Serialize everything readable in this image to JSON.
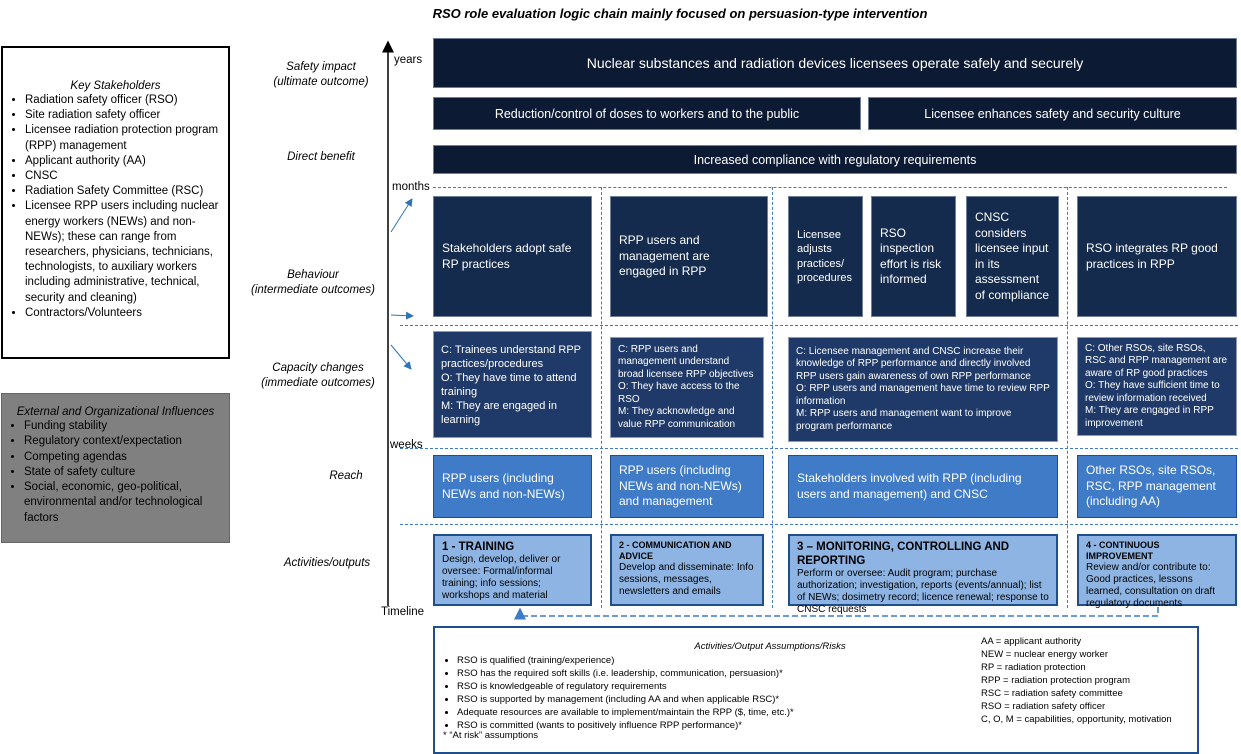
{
  "title": "RSO role evaluation logic chain mainly focused on persuasion-type intervention",
  "stakeholders": {
    "title": "Key Stakeholders",
    "items": [
      "Radiation safety officer (RSO)",
      "Site radiation safety officer",
      "Licensee radiation protection program (RPP) management",
      "Applicant authority (AA)",
      "CNSC",
      "Radiation Safety Committee (RSC)",
      "Licensee RPP users including nuclear energy workers (NEWs) and non-NEWs); these can range from researchers, physicians, technicians, technologists, to auxiliary workers including administrative, technical, security and cleaning)",
      "Contractors/Volunteers"
    ]
  },
  "influences": {
    "title": "External and Organizational Influences",
    "items": [
      "Funding stability",
      "Regulatory context/expectation",
      "Competing agendas",
      "State of safety culture",
      "Social, economic, geo-political, environmental and/or technological factors"
    ]
  },
  "levels": {
    "safety_impact": "Safety impact",
    "ultimate": "(ultimate outcome)",
    "direct_benefit": "Direct benefit",
    "behaviour": "Behaviour",
    "intermediate": "(intermediate outcomes)",
    "capacity": "Capacity changes",
    "immediate": "(immediate outcomes)",
    "reach": "Reach",
    "activities": "Activities/outputs"
  },
  "timeline": {
    "years": "years",
    "months": "months",
    "weeks": "weeks",
    "label": "Timeline"
  },
  "impact": {
    "top": "Nuclear substances and radiation devices licensees operate safely and securely",
    "left": "Reduction/control of doses to workers and to the public",
    "right": "Licensee enhances safety and security culture",
    "benefit": "Increased compliance with regulatory requirements"
  },
  "behaviour": [
    "Stakeholders adopt safe RP practices",
    "RPP users and management are engaged in RPP",
    "Licensee adjusts practices/ procedures",
    "RSO inspection effort is risk informed",
    "CNSC considers licensee input in its assessment of compliance",
    "RSO integrates RP good practices in RPP"
  ],
  "capacity": [
    [
      "C: Trainees understand RPP practices/procedures",
      "O: They have time to attend training",
      "M: They are engaged in learning"
    ],
    [
      "C: RPP users and management understand broad licensee RPP objectives",
      "O: They have access to the RSO",
      "M: They acknowledge and value RPP communication"
    ],
    [
      "C: Licensee management and CNSC increase their knowledge of  RPP performance and directly involved RPP users gain awareness of own RPP performance",
      "O: RPP users and management have time to review RPP information",
      "M: RPP users and management want to improve program performance"
    ],
    [
      "C: Other RSOs, site RSOs, RSC and RPP management are aware of RP good practices",
      "O: They have sufficient time to review information received",
      "M: They are engaged in RPP improvement"
    ]
  ],
  "reach": [
    "RPP users (including NEWs and non-NEWs)",
    "RPP users (including NEWs and non-NEWs) and management",
    "Stakeholders involved with RPP (including users and management) and CNSC",
    "Other RSOs, site RSOs, RSC, RPP management (including AA)"
  ],
  "activities": [
    {
      "title": "1 - TRAINING",
      "text": "Design, develop, deliver or oversee: Formal/informal training; info sessions; workshops and material"
    },
    {
      "title": "2 - COMMUNICATION AND ADVICE",
      "text": "Develop and disseminate: Info sessions, messages, newsletters and emails"
    },
    {
      "title": "3 – MONITORING, CONTROLLING AND REPORTING",
      "text": "Perform or oversee: Audit program; purchase authorization; investigation, reports (events/annual); list of NEWs; dosimetry record; licence renewal; response to CNSC requests"
    },
    {
      "title": "4 - CONTINUOUS IMPROVEMENT",
      "text": "Review and/or contribute to: Good practices, lessons learned, consultation on draft regulatory documents"
    }
  ],
  "assumptions": {
    "title": "Activities/Output Assumptions/Risks",
    "items": [
      "RSO is qualified (training/experience)",
      "RSO has the required soft skills (i.e. leadership, communication, persuasion)*",
      "RSO is knowledgeable of regulatory requirements",
      "RSO is supported by management (including AA and when applicable RSC)*",
      "Adequate resources are available to implement/maintain the RPP ($, time, etc.)*",
      "RSO is committed (wants to positively influence RPP performance)*"
    ],
    "note": "* “At risk” assumptions",
    "abbreviations": [
      "AA = applicant authority",
      "NEW = nuclear energy worker",
      "RP = radiation protection",
      "RPP = radiation protection program",
      "RSC = radiation safety committee",
      "RSO = radiation safety officer",
      "C, O, M = capabilities, opportunity, motivation"
    ]
  },
  "colors": {
    "navy": "#0d1a33",
    "capacity": "#1f3a68",
    "reach": "#3f7bc6",
    "activity": "#8db4e2",
    "accent": "#1f4e8c"
  }
}
